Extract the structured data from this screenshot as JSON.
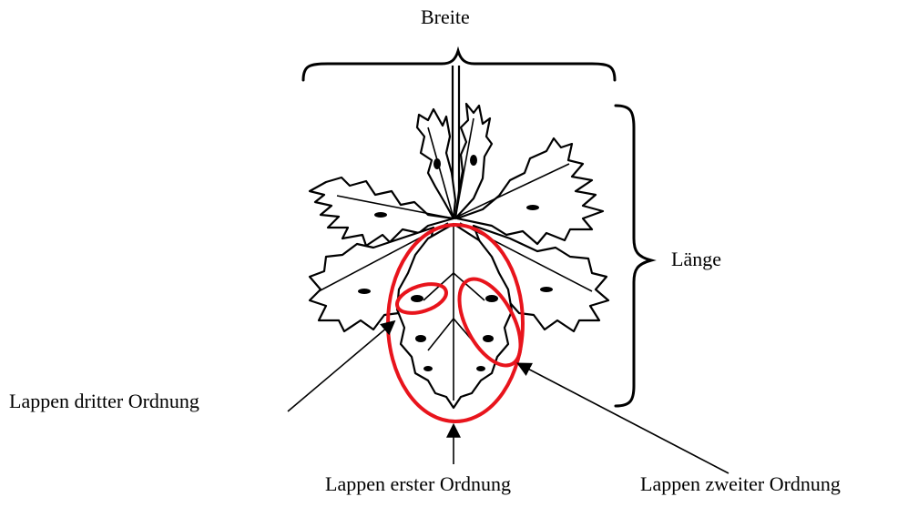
{
  "labels": {
    "width": "Breite",
    "length": "Länge",
    "lobe_first": "Lappen erster Ordnung",
    "lobe_second": "Lappen zweiter Ordnung",
    "lobe_third": "Lappen dritter Ordnung"
  },
  "colors": {
    "ink": "#000000",
    "highlight": "#e8141c",
    "background": "#ffffff"
  }
}
